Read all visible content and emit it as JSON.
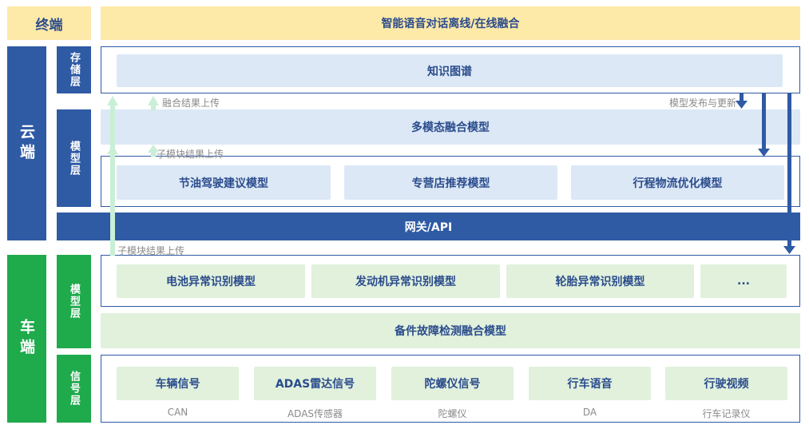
{
  "terminal": {
    "label": "终端",
    "bar": "智能语音对话离线/在线融合"
  },
  "cloud": {
    "label": "云端",
    "storage_layer": {
      "label": "存储层",
      "knowledge_graph": "知识图谱"
    },
    "model_layer": {
      "label": "模型层",
      "fusion_model": "多模态融合模型",
      "models": [
        "节油驾驶建议模型",
        "专营店推荐模型",
        "行程物流优化模型"
      ]
    },
    "gateway": "网关/API"
  },
  "vehicle": {
    "label": "车端",
    "model_layer": {
      "label": "模型层",
      "models": [
        "电池异常识别模型",
        "发动机异常识别模型",
        "轮胎异常识别模型",
        "..."
      ],
      "fusion_model": "备件故障检测融合模型"
    },
    "signal_layer": {
      "label": "信号层",
      "signals": [
        {
          "name": "车辆信号",
          "source": "CAN"
        },
        {
          "name": "ADAS雷达信号",
          "source": "ADAS传感器"
        },
        {
          "name": "陀螺仪信号",
          "source": "陀螺仪"
        },
        {
          "name": "行车语音",
          "source": "DA"
        },
        {
          "name": "行驶视频",
          "source": "行车记录仪"
        }
      ]
    }
  },
  "annotations": {
    "fusion_upload": "融合结果上传",
    "submodel_upload_cloud": "子模块结果上传",
    "submodel_upload_vehicle": "子模块结果上传",
    "model_release": "模型发布与更新"
  },
  "colors": {
    "terminal": "#fde9a8",
    "cloud": "#2f5aa4",
    "vehicle": "#1faa4c",
    "box_blue": "#dce8f6",
    "box_green": "#e1f1dc",
    "arrow_up": "#c9efd6",
    "arrow_down": "#2f5aa4"
  }
}
